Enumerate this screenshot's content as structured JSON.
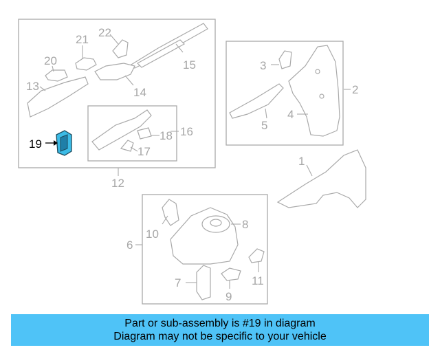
{
  "diagram": {
    "callouts": [
      "1",
      "2",
      "3",
      "4",
      "5",
      "6",
      "7",
      "8",
      "9",
      "10",
      "11",
      "12",
      "13",
      "14",
      "15",
      "16",
      "17",
      "18",
      "19",
      "20",
      "21",
      "22"
    ],
    "highlighted_callout": "19",
    "colors": {
      "line": "#a9a9a9",
      "label": "#a6a6a6",
      "highlight_part": "#3bbbe6",
      "highlight_label": "#000000"
    }
  },
  "caption": {
    "line1": "Part or sub-assembly is #19 in diagram",
    "line2": "Diagram may not be specific to your vehicle",
    "background": "#4fc3f7"
  }
}
